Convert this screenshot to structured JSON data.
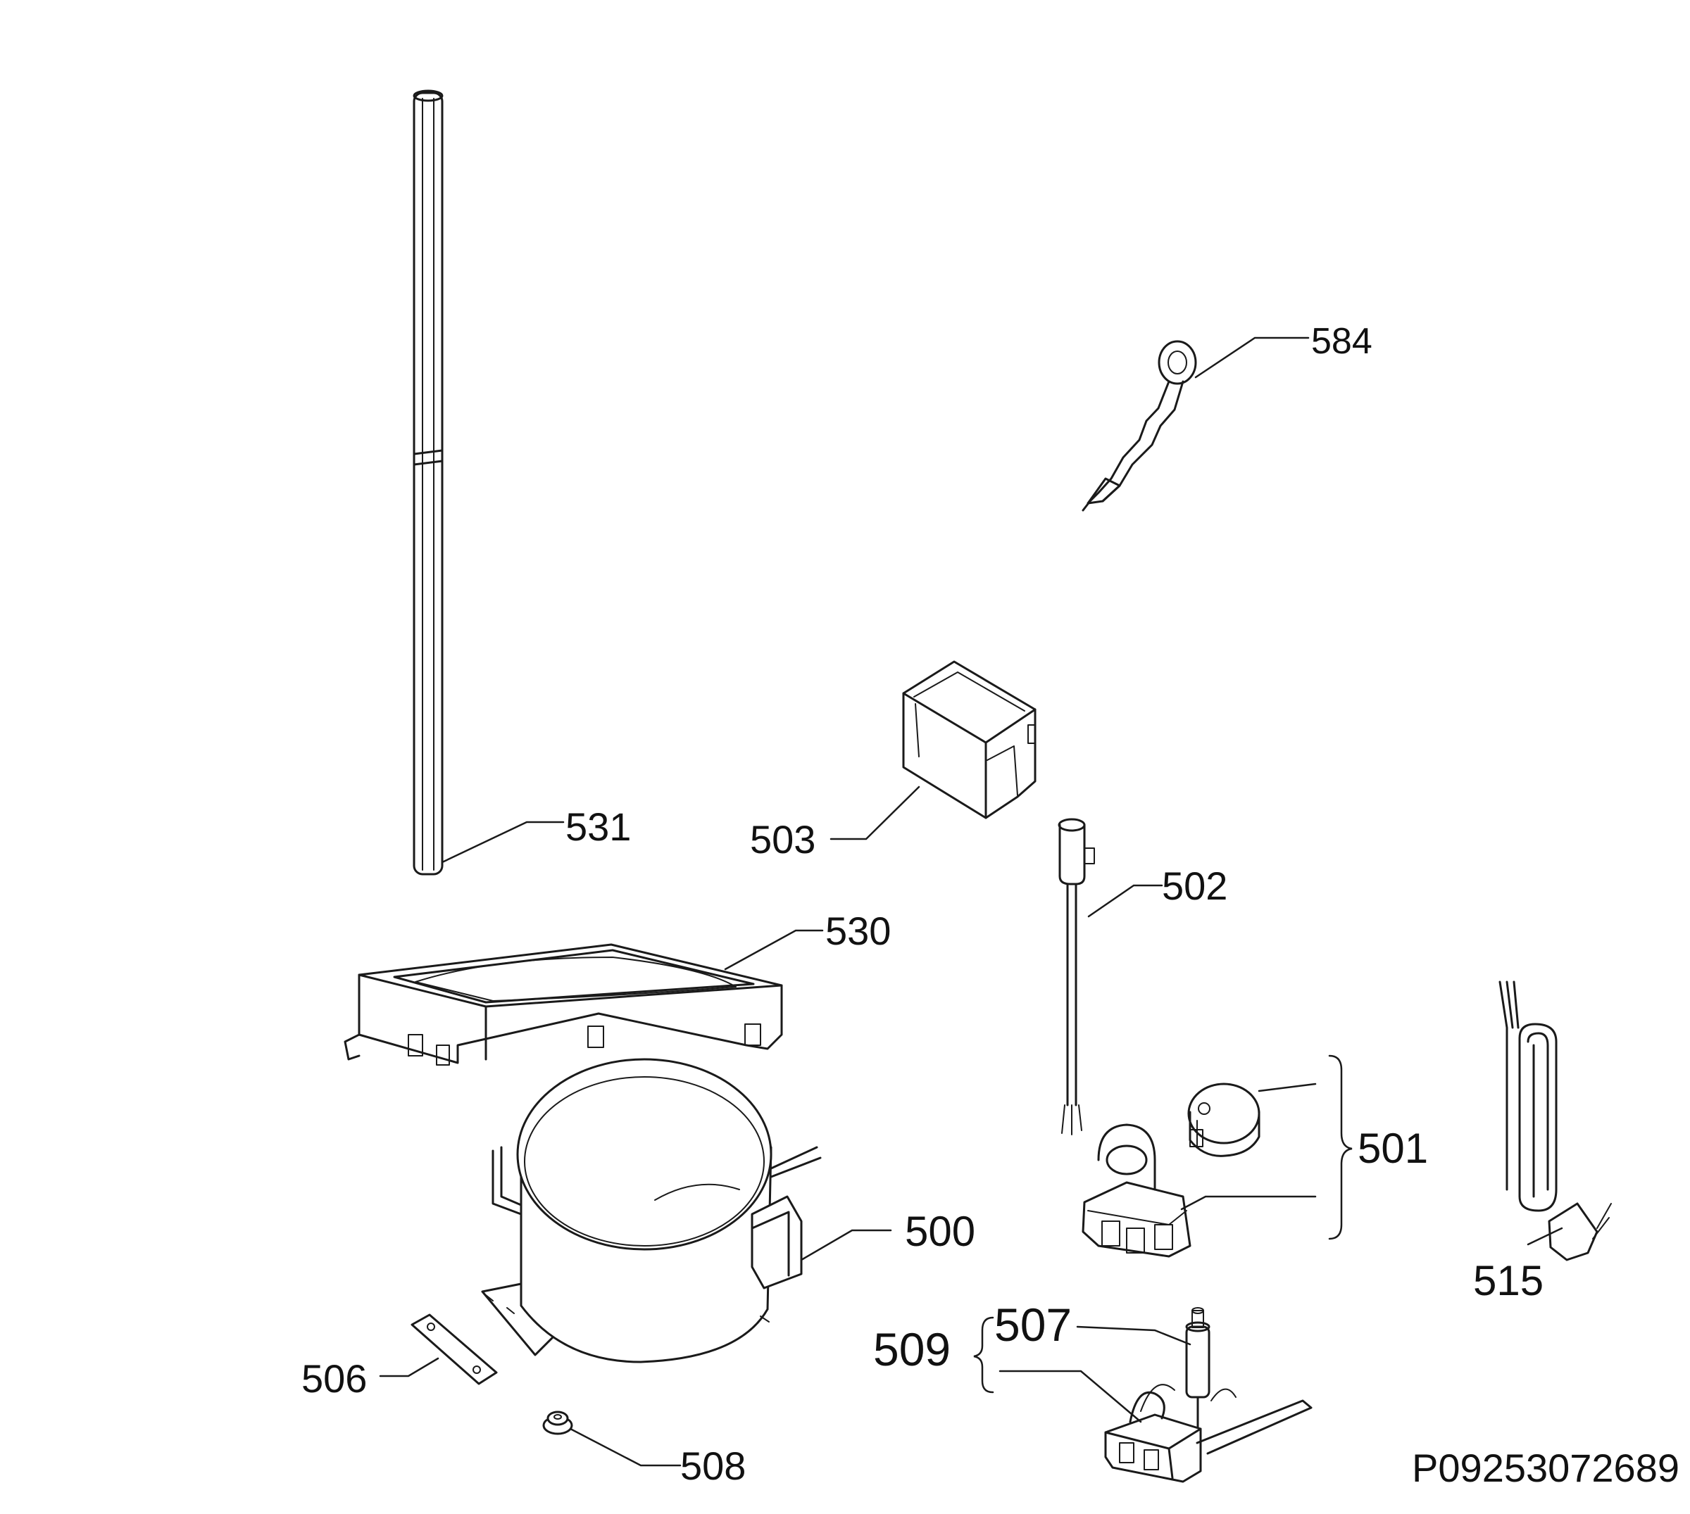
{
  "diagram": {
    "drawing_code": "P09253072689",
    "labels": {
      "p531": "531",
      "p584": "584",
      "p503": "503",
      "p502": "502",
      "p530": "530",
      "p501": "501",
      "p500": "500",
      "p515": "515",
      "p507": "507",
      "p509": "509",
      "p506": "506",
      "p508": "508"
    }
  }
}
